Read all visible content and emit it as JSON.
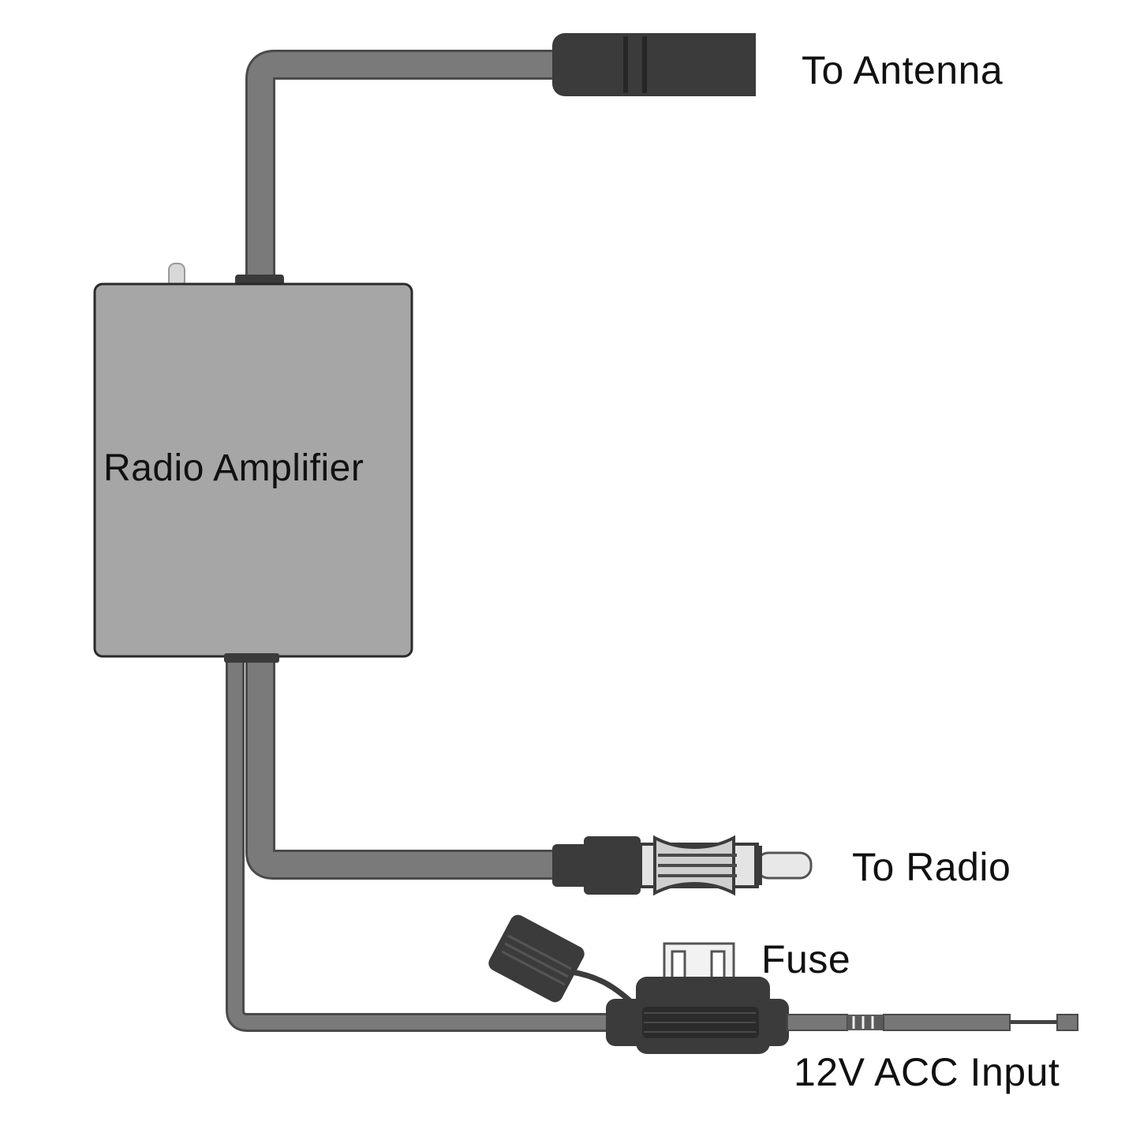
{
  "labels": {
    "antenna": "To Antenna",
    "amplifier": "Radio Amplifier",
    "radio": "To Radio",
    "fuse": "Fuse",
    "acc_input": "12V ACC Input"
  },
  "colors": {
    "background": "#ffffff",
    "cable_fill": "#777777",
    "cable_outline": "#4a4a4a",
    "box_fill": "#a6a6a6",
    "box_outline": "#2a2a2a",
    "connector": "#3b3b3b",
    "text": "#111111"
  }
}
